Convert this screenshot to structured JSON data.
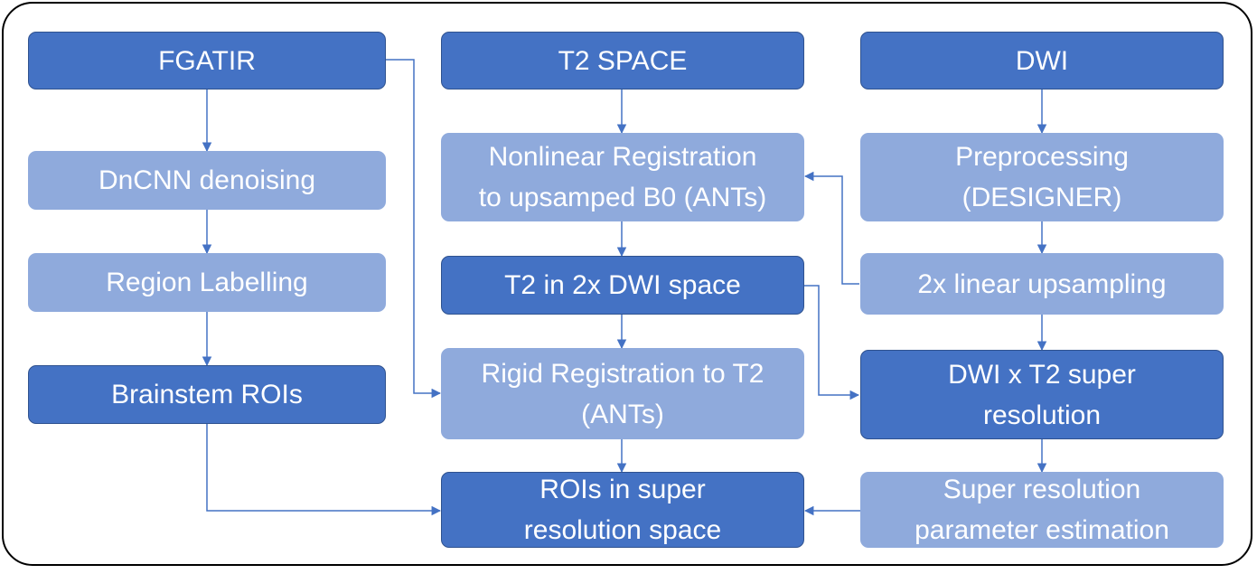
{
  "colors": {
    "dark_box": "#4472c4",
    "light_box": "#8faadc",
    "connector": "#4472c4",
    "frame": "#000000"
  },
  "nodes": {
    "fgatir": "FGATIR",
    "dncnn": "DnCNN denoising",
    "region_labelling": "Region Labelling",
    "brainstem_rois": "Brainstem ROIs",
    "t2_space": "T2 SPACE",
    "nonlinear_registration": "Nonlinear Registration\nto upsamped B0 (ANTs)",
    "t2_dwi_space": "T2 in 2x DWI space",
    "rigid_registration": "Rigid Registration to T2\n(ANTs)",
    "rois_super_resolution": "ROIs in super\nresolution space",
    "dwi": "DWI",
    "preprocessing": "Preprocessing\n(DESIGNER)",
    "upsampling": "2x linear upsampling",
    "dwi_t2_super_resolution": "DWI x T2 super\nresolution",
    "parameter_estimation": "Super resolution\nparameter estimation"
  },
  "edges": [
    [
      "fgatir",
      "dncnn"
    ],
    [
      "dncnn",
      "region_labelling"
    ],
    [
      "region_labelling",
      "brainstem_rois"
    ],
    [
      "fgatir",
      "rigid_registration"
    ],
    [
      "brainstem_rois",
      "rois_super_resolution"
    ],
    [
      "t2_space",
      "nonlinear_registration"
    ],
    [
      "nonlinear_registration",
      "t2_dwi_space"
    ],
    [
      "t2_dwi_space",
      "rigid_registration"
    ],
    [
      "rigid_registration",
      "rois_super_resolution"
    ],
    [
      "t2_dwi_space",
      "dwi_t2_super_resolution"
    ],
    [
      "dwi",
      "preprocessing"
    ],
    [
      "preprocessing",
      "upsampling"
    ],
    [
      "upsampling",
      "nonlinear_registration"
    ],
    [
      "upsampling",
      "dwi_t2_super_resolution"
    ],
    [
      "dwi_t2_super_resolution",
      "parameter_estimation"
    ],
    [
      "parameter_estimation",
      "rois_super_resolution"
    ]
  ]
}
